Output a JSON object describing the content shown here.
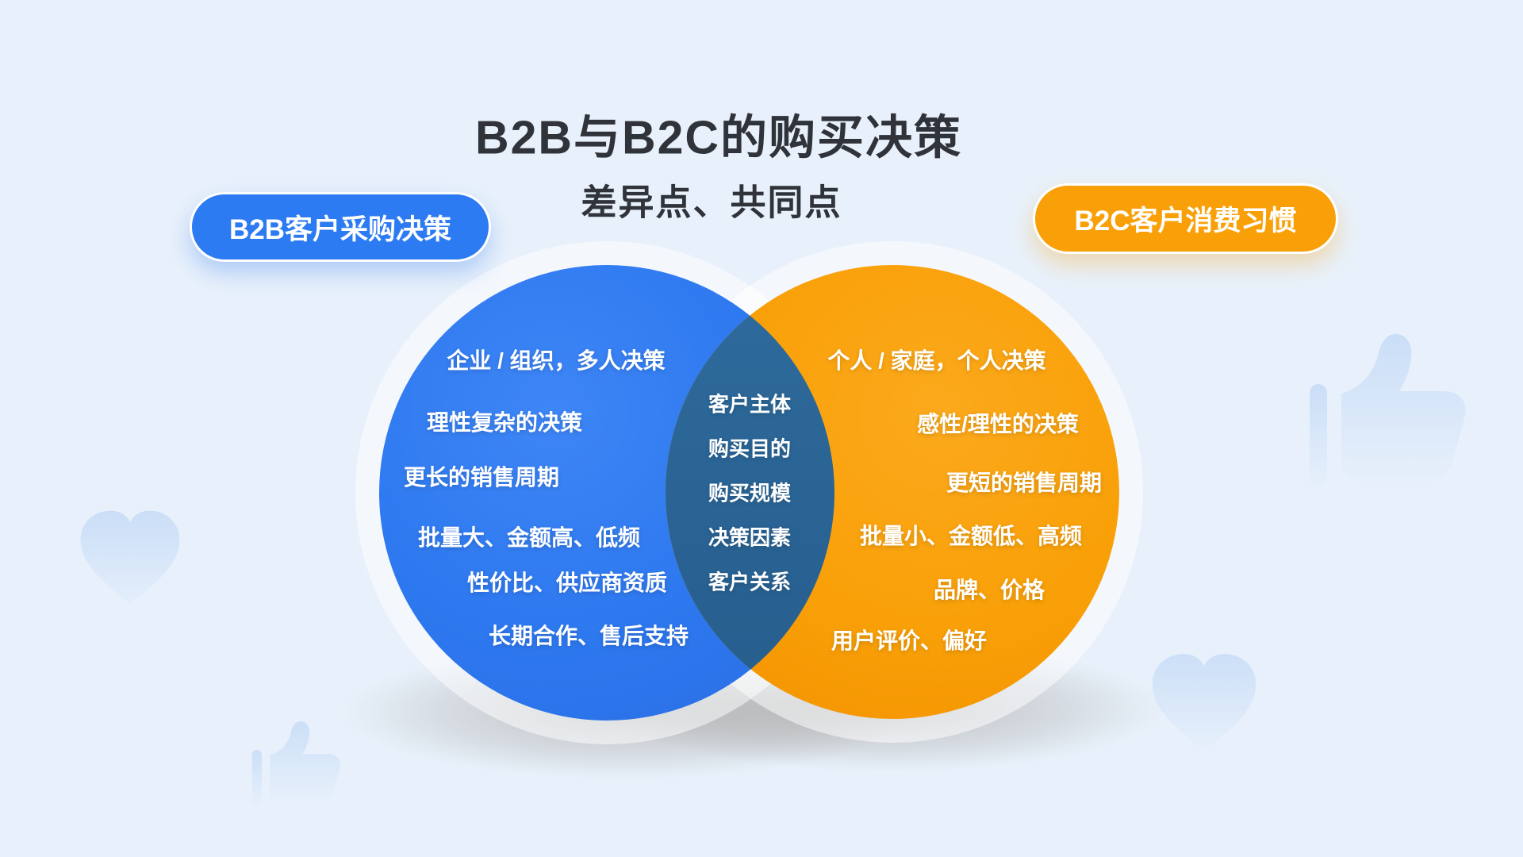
{
  "title": "B2B与B2C的购买决策",
  "subtitle": "差异点、共同点",
  "badges": {
    "left": "B2B客户采购决策",
    "right": "B2C客户消费习惯"
  },
  "venn": {
    "left_circle": {
      "items": [
        "企业 / 组织，多人决策",
        "理性复杂的决策",
        "更长的销售周期",
        "批量大、金额高、低频",
        "性价比、供应商资质",
        "长期合作、售后支持"
      ]
    },
    "overlap": {
      "items": [
        "客户主体",
        "购买目的",
        "购买规模",
        "决策因素",
        "客户关系"
      ]
    },
    "right_circle": {
      "items": [
        "个人 / 家庭，个人决策",
        "感性/理性的决策",
        "更短的销售周期",
        "批量小、金额低、高频",
        "品牌、价格",
        "用户评价、偏好"
      ]
    }
  },
  "colors": {
    "background": "#E8F1FB",
    "blue_circle": "#2E79F0",
    "orange_circle": "#F9A008",
    "overlap": "#2B6394",
    "badge_blue": "#2D7BF2",
    "badge_orange": "#F9A008",
    "heading_text": "#30333A",
    "circle_text": "#FFFFFF",
    "decoration": "#C9DDF7"
  },
  "decorations": [
    {
      "icon": "thumbs-up-icon",
      "position": "right"
    },
    {
      "icon": "heart-icon",
      "position": "left"
    },
    {
      "icon": "thumbs-up-icon",
      "position": "bottom-left"
    },
    {
      "icon": "heart-icon",
      "position": "bottom-right"
    }
  ]
}
